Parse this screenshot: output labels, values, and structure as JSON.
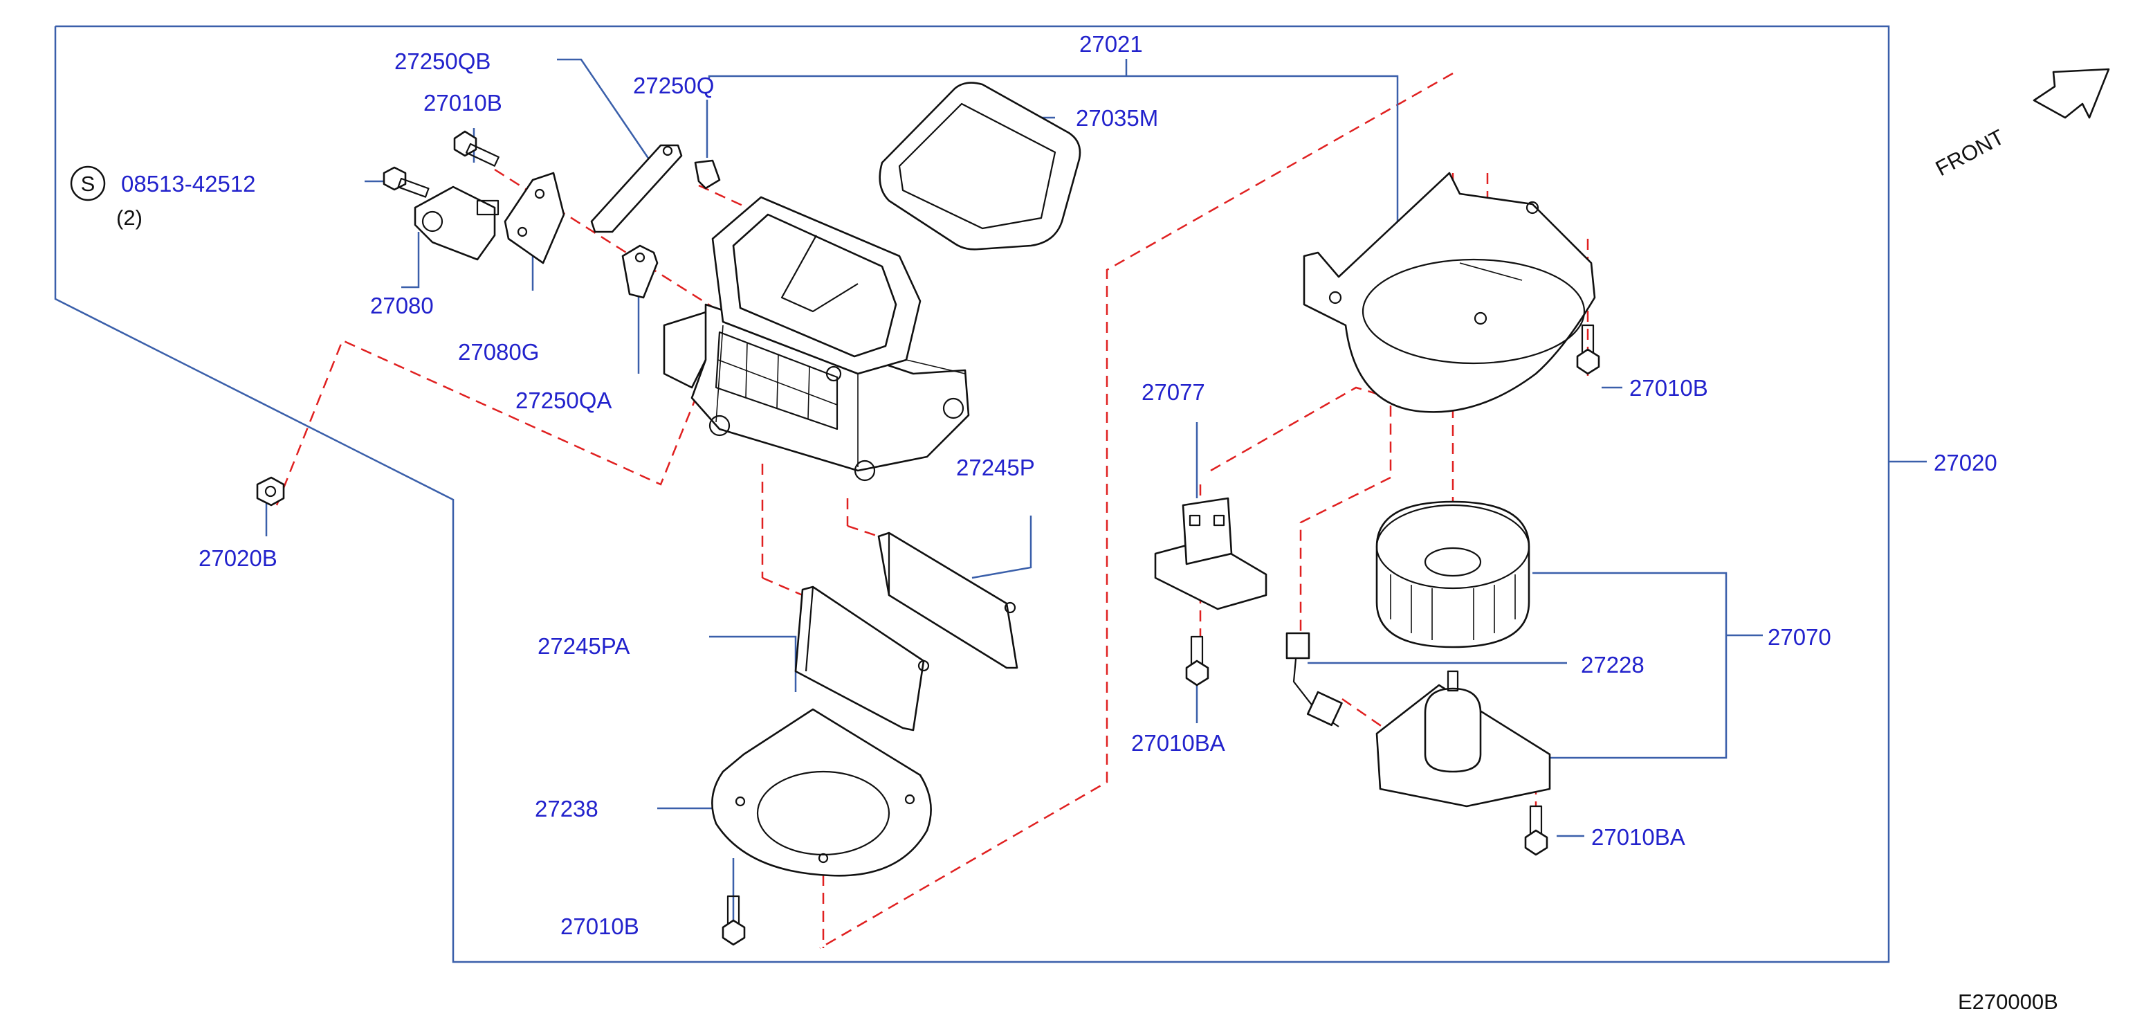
{
  "diagram_code": "E270000B",
  "front_label": "FRONT",
  "symbol_letter": "S",
  "parts": {
    "p27021": "27021",
    "p27250QB": "27250QB",
    "p27250Q": "27250Q",
    "p27010B_top": "27010B",
    "p27035M": "27035M",
    "p08513": "08513-42512",
    "qty2": "(2)",
    "p27080": "27080",
    "p27080G": "27080G",
    "p27250QA": "27250QA",
    "p27020B": "27020B",
    "p27077": "27077",
    "p27010B_right": "27010B",
    "p27020": "27020",
    "p27245P": "27245P",
    "p27245PA": "27245PA",
    "p27070": "27070",
    "p27228": "27228",
    "p27010BA_left": "27010BA",
    "p27010BA_right": "27010BA",
    "p27238": "27238",
    "p27010B_bottom": "27010B"
  },
  "colors": {
    "label": "#2222cc",
    "frame": "#3a5faa",
    "dashed_line": "#e02020",
    "part_outline": "#111111"
  }
}
